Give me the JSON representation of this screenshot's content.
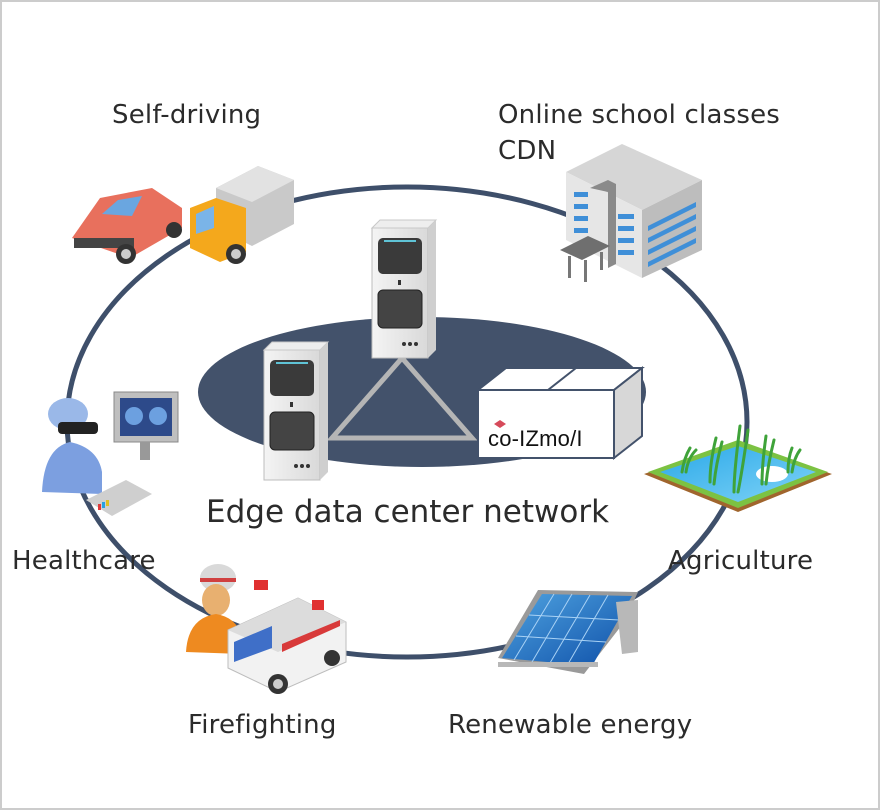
{
  "diagram": {
    "center": {
      "title": "Edge data center network",
      "product_label": "co-IZmo/I"
    },
    "use_cases": [
      {
        "id": "self-driving",
        "label": "Self-driving",
        "icon": "car-and-truck-icon"
      },
      {
        "id": "online-school",
        "label": "Online school classes",
        "label_line2": "CDN",
        "icon": "school-building-icon"
      },
      {
        "id": "healthcare",
        "label": "Healthcare",
        "icon": "remote-surgery-icon"
      },
      {
        "id": "agriculture",
        "label": "Agriculture",
        "icon": "rice-paddy-icon"
      },
      {
        "id": "firefighting",
        "label": "Firefighting",
        "icon": "ambulance-icon"
      },
      {
        "id": "renewable-energy",
        "label": "Renewable energy",
        "icon": "solar-panel-icon"
      }
    ],
    "colors": {
      "ring": "#3e4f6a",
      "hub": "#43526b",
      "text": "#2b2b2b",
      "link": "#b5b5b5"
    }
  }
}
